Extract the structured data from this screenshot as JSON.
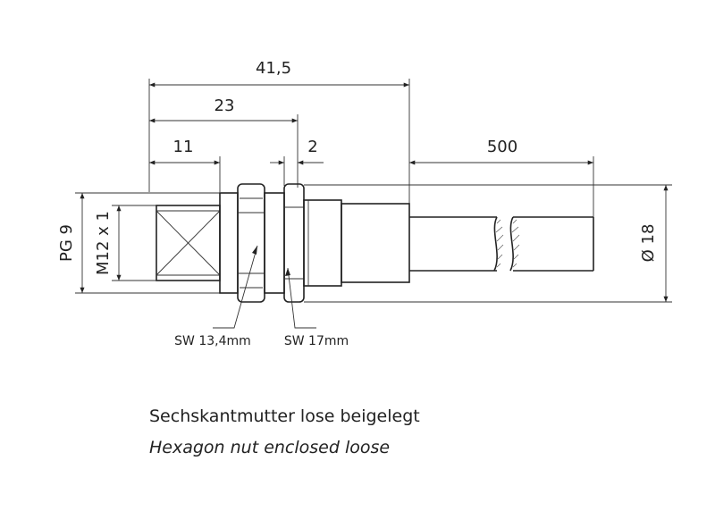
{
  "dimensions": {
    "overall_length": "41,5",
    "to_nut_length": "23",
    "thread_length": "11",
    "nut_gap": "2",
    "cable_length": "500",
    "cable_diameter": "Ø 18",
    "thread_pg": "PG 9",
    "thread_m12": "M12 x 1"
  },
  "wrench_sizes": {
    "small_nut": "SW 13,4mm",
    "large_nut": "SW 17mm"
  },
  "notes": {
    "german": "Sechskantmutter lose beigelegt",
    "english": "Hexagon nut enclosed loose"
  }
}
